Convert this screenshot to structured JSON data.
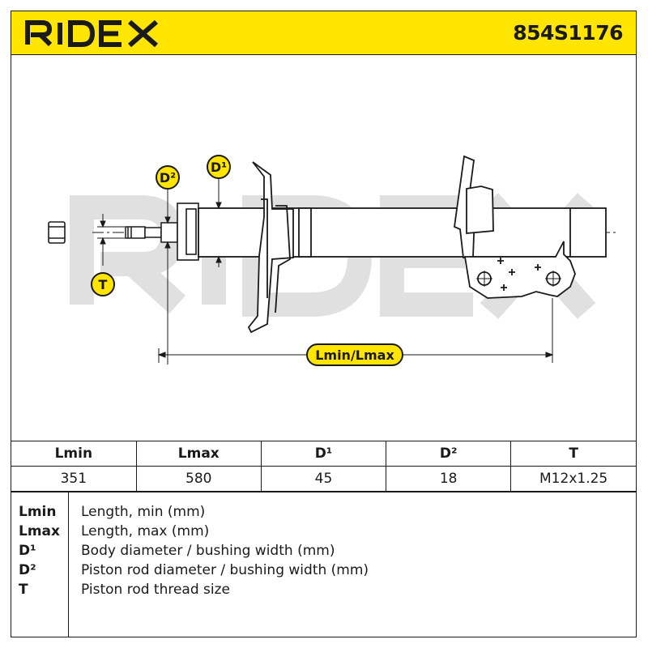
{
  "header": {
    "brand": "RIDEX",
    "part_number": "854S1176",
    "background_color": "#ffe500"
  },
  "drawing": {
    "watermark": "RIDEX",
    "labels": {
      "d1": "D¹",
      "d2": "D²",
      "t": "T",
      "length": "Lmin/Lmax"
    },
    "label_fill": "#ffe500",
    "label_text_color": "#1a1a1a"
  },
  "dimensions": {
    "headers": [
      "Lmin",
      "Lmax",
      "D¹",
      "D²",
      "T"
    ],
    "values": [
      "351",
      "580",
      "45",
      "18",
      "M12x1.25"
    ]
  },
  "legend": [
    {
      "code": "Lmin",
      "description": "Length, min (mm)"
    },
    {
      "code": "Lmax",
      "description": "Length, max (mm)"
    },
    {
      "code": "D¹",
      "description": "Body diameter / bushing width (mm)"
    },
    {
      "code": "D²",
      "description": "Piston rod diameter / bushing width (mm)"
    },
    {
      "code": "T",
      "description": "Piston rod thread size"
    }
  ]
}
